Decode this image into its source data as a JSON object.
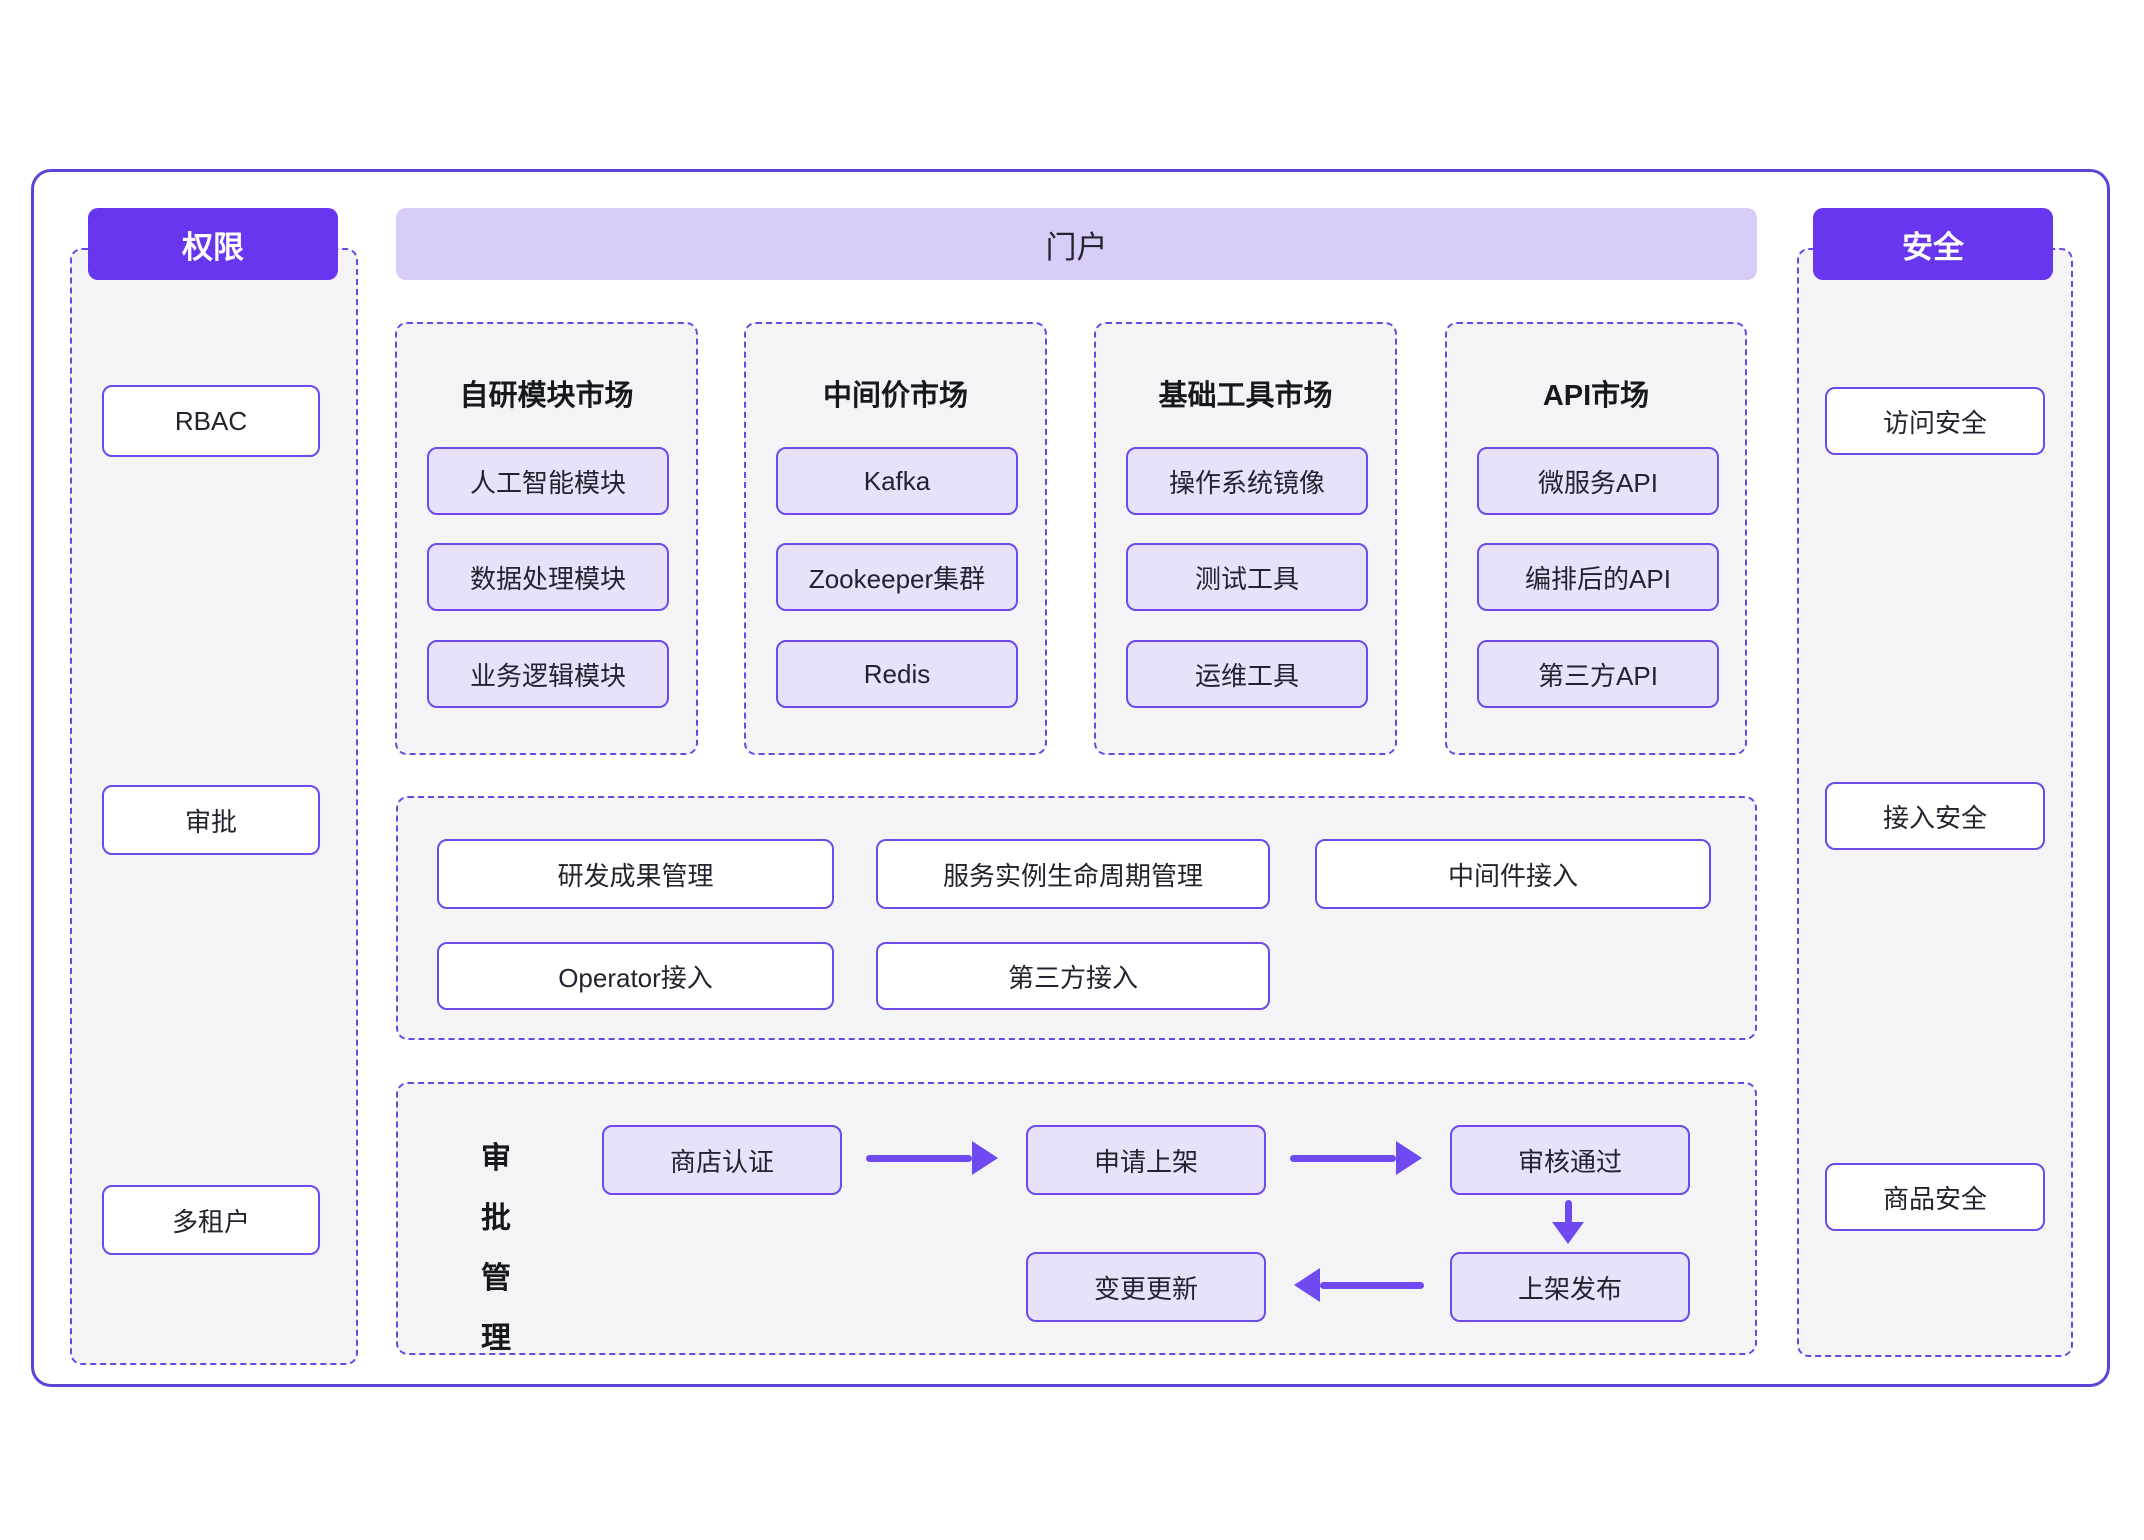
{
  "left_panel": {
    "title": "权限",
    "items": [
      "RBAC",
      "审批",
      "多租户"
    ]
  },
  "portal_banner": {
    "title": "门户"
  },
  "markets": [
    {
      "title": "自研模块市场",
      "items": [
        "人工智能模块",
        "数据处理模块",
        "业务逻辑模块"
      ]
    },
    {
      "title": "中间价市场",
      "items": [
        "Kafka",
        "Zookeeper集群",
        "Redis"
      ]
    },
    {
      "title": "基础工具市场",
      "items": [
        "操作系统镜像",
        "测试工具",
        "运维工具"
      ]
    },
    {
      "title": "API市场",
      "items": [
        "微服务API",
        "编排后的API",
        "第三方API"
      ]
    }
  ],
  "management": {
    "row1": [
      "研发成果管理",
      "服务实例生命周期管理",
      "中间件接入"
    ],
    "row2": [
      "Operator接入",
      "第三方接入"
    ]
  },
  "approval": {
    "title_chars": [
      "审",
      "批",
      "管",
      "理"
    ],
    "nodes": [
      "商店认证",
      "申请上架",
      "审核通过",
      "上架发布",
      "变更更新"
    ]
  },
  "right_panel": {
    "title": "安全",
    "items": [
      "访问安全",
      "接入安全",
      "商品安全"
    ]
  },
  "colors": {
    "accent": "#6936ef",
    "banner_bg": "#d8cdf8",
    "item_fill": "#e7e2fa",
    "box_border": "#6d49ea",
    "dashed_border": "#6847e3",
    "arrow": "#6e4af0",
    "section_bg": "#f4f4f7",
    "outer_border": "#5b45d6"
  }
}
